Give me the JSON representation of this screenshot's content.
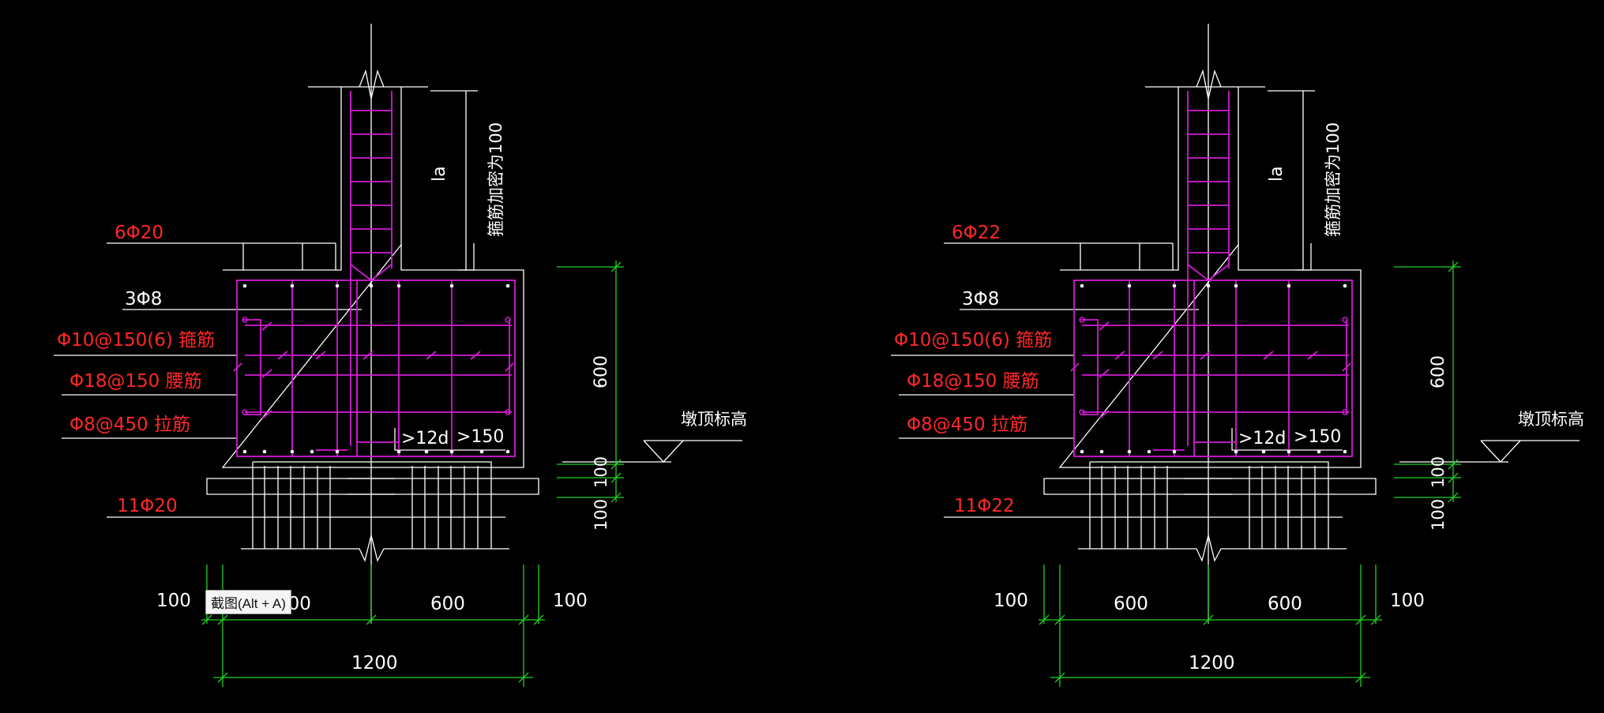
{
  "drawings": [
    {
      "top_bars": "6Φ20",
      "waist_stirrup_bars": "3Φ8",
      "stirrups": "Φ10@150(6) 箍筋",
      "waist_bars": "Φ18@150 腰筋",
      "tie_bars": "Φ8@450 拉筋",
      "bottom_bars": "11Φ20",
      "la": "la",
      "dense_note": "箍筋加密为100",
      "gt12d": ">12d",
      "gt150": ">150",
      "pier_top": "墩顶标高",
      "dim_v": [
        "600",
        "100",
        "100"
      ],
      "dim_h": [
        "100",
        "600",
        "600",
        "100"
      ],
      "dim_total": "1200"
    },
    {
      "top_bars": "6Φ22",
      "waist_stirrup_bars": "3Φ8",
      "stirrups": "Φ10@150(6) 箍筋",
      "waist_bars": "Φ18@150 腰筋",
      "tie_bars": "Φ8@450 拉筋",
      "bottom_bars": "11Φ22",
      "la": "la",
      "dense_note": "箍筋加密为100",
      "gt12d": ">12d",
      "gt150": ">150",
      "pier_top": "墩顶标高",
      "dim_v": [
        "600",
        "100",
        "100"
      ],
      "dim_h": [
        "100",
        "600",
        "600",
        "100"
      ],
      "dim_total": "1200"
    }
  ],
  "tooltip": "截图(Alt + A)"
}
